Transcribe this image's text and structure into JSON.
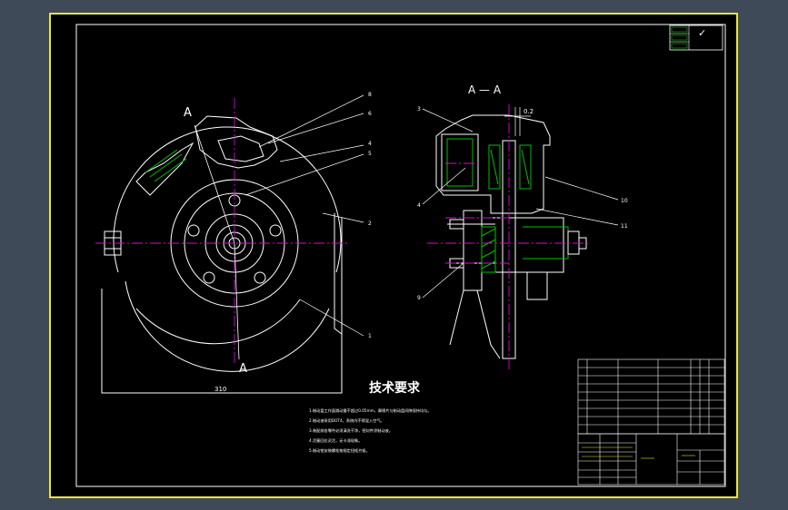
{
  "section_marks": {
    "front_top": "A",
    "front_bottom": "A",
    "section_label": "A — A"
  },
  "gap_label": "0.2",
  "dimension": "310",
  "callouts_left": [
    "8",
    "6",
    "4",
    "5",
    "2",
    "1"
  ],
  "callouts_right": [
    "3",
    "4",
    "9",
    "10",
    "11"
  ],
  "requirements": {
    "title": "技术要求",
    "lines": [
      "1.制动盘工作面跳动量不超过0.05mm，摩擦片与制动盘间隙保持均匀。",
      "2.制动液采用DOT4，系统内不得混入空气。",
      "3.装配前各零件必须清洗干净，密封件涂制动液。",
      "4.活塞回位灵活，无卡滞现象。",
      "5.制动钳安装螺栓按规定扭矩拧紧。"
    ]
  },
  "check_box": {
    "mark": "✓"
  },
  "colors": {
    "background": "#3f4a58",
    "paper": "#000000",
    "outer_frame": "#e6e640",
    "lines": "#ffffff",
    "center_lines": "#e000e0",
    "hatch": "#00c000",
    "text": "#ffffff"
  }
}
